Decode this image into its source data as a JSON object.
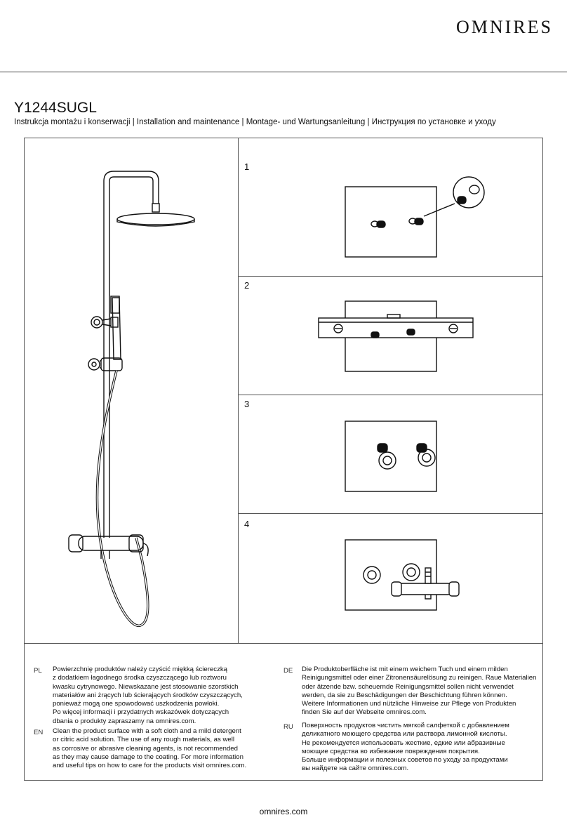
{
  "header": {
    "brand": "OMNIRES",
    "model": "Y1244SUGL",
    "subtitle": "Instrukcja montażu i konserwacji | Installation and maintenance | Montage- und Wartungsanleitung | Инструкция по установке и уходу"
  },
  "steps": [
    {
      "number": "1"
    },
    {
      "number": "2"
    },
    {
      "number": "3"
    },
    {
      "number": "4"
    }
  ],
  "care": {
    "pl": {
      "lang": "PL",
      "lines": [
        "Powierzchnię produktów należy czyścić miękką ściereczką",
        "z dodatkiem łagodnego środka czyszczącego lub roztworu",
        "kwasku cytrynowego. Niewskazane jest stosowanie szorstkich",
        "materiałów ani żrących lub ścierających środków czyszczących,",
        "ponieważ mogą one spowodować uszkodzenia powłoki.",
        "Po więcej informacji i przydatnych wskazówek dotyczących",
        "dbania o produkty zapraszamy na omnires.com."
      ]
    },
    "en": {
      "lang": "EN",
      "lines": [
        "Clean the product surface with a soft cloth and a mild detergent",
        "or citric acid solution. The use of any rough materials, as well",
        "as corrosive or abrasive cleaning agents, is not recommended",
        "as they may cause damage to the coating. For more information",
        "and useful tips on how to care for the products visit omnires.com."
      ]
    },
    "de": {
      "lang": "DE",
      "lines": [
        "Die Produktoberfläche ist mit einem weichem Tuch und einem milden",
        "Reinigungsmittel oder einer Zitronensäurelösung zu reinigen. Raue Materialien",
        "oder ätzende bzw. scheuernde Reinigungsmittel sollen nicht verwendet",
        "werden, da sie zu Beschädigungen der Beschichtung führen können.",
        "Weitere Informationen und nützliche Hinweise zur Pflege von Produkten",
        "finden Sie auf der Webseite omnires.com."
      ]
    },
    "ru": {
      "lang": "RU",
      "lines": [
        "Поверхность продуктов чистить мягкой салфеткой с добавлением",
        "деликатного моющего средства или раствора лимонной кислоты.",
        "Не рекомендуется использовать жесткие, едкие или абразивные",
        "моющие средства во избежание повреждения покрытия.",
        "Больше информации и полезных советов по уходу за продуктами",
        "вы найдете на сайте omnires.com."
      ]
    }
  },
  "footer": {
    "url": "omnires.com"
  }
}
